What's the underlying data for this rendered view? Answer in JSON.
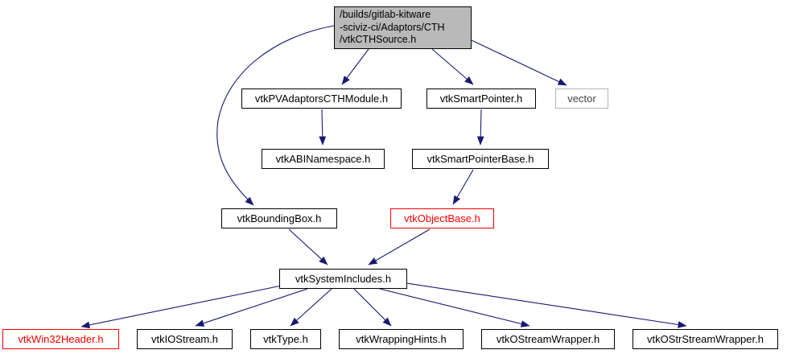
{
  "graph": {
    "type": "include-dependency-graph",
    "colors": {
      "arrow": "#191970",
      "root_fill": "#b9b9b9",
      "node_border": "#000000",
      "truncated_node": "#ff0000",
      "external_node_border": "#b4b4b4",
      "background": "#ffffff"
    },
    "nodes": {
      "root": {
        "label": "/builds/gitlab-kitware\n-sciviz-ci/Adaptors/CTH\n/vtkCTHSource.h"
      },
      "module": {
        "label": "vtkPVAdaptorsCTHModule.h"
      },
      "smartPointer": {
        "label": "vtkSmartPointer.h"
      },
      "vector": {
        "label": "vector"
      },
      "abiNamespace": {
        "label": "vtkABINamespace.h"
      },
      "smartPointerBase": {
        "label": "vtkSmartPointerBase.h"
      },
      "boundingBox": {
        "label": "vtkBoundingBox.h"
      },
      "objectBase": {
        "label": "vtkObjectBase.h"
      },
      "systemIncludes": {
        "label": "vtkSystemIncludes.h"
      },
      "win32Header": {
        "label": "vtkWin32Header.h"
      },
      "ioStream": {
        "label": "vtkIOStream.h"
      },
      "vtkType": {
        "label": "vtkType.h"
      },
      "wrappingHints": {
        "label": "vtkWrappingHints.h"
      },
      "oStreamWrapper": {
        "label": "vtkOStreamWrapper.h"
      },
      "oStrStreamWrapper": {
        "label": "vtkOStrStreamWrapper.h"
      }
    },
    "edges": [
      {
        "from": "/builds/gitlab-kitware-sciviz-ci/Adaptors/CTH/vtkCTHSource.h",
        "to": "vtkPVAdaptorsCTHModule.h"
      },
      {
        "from": "/builds/gitlab-kitware-sciviz-ci/Adaptors/CTH/vtkCTHSource.h",
        "to": "vtkSmartPointer.h"
      },
      {
        "from": "/builds/gitlab-kitware-sciviz-ci/Adaptors/CTH/vtkCTHSource.h",
        "to": "vector"
      },
      {
        "from": "/builds/gitlab-kitware-sciviz-ci/Adaptors/CTH/vtkCTHSource.h",
        "to": "vtkBoundingBox.h"
      },
      {
        "from": "vtkPVAdaptorsCTHModule.h",
        "to": "vtkABINamespace.h"
      },
      {
        "from": "vtkSmartPointer.h",
        "to": "vtkSmartPointerBase.h"
      },
      {
        "from": "vtkSmartPointerBase.h",
        "to": "vtkObjectBase.h"
      },
      {
        "from": "vtkBoundingBox.h",
        "to": "vtkSystemIncludes.h"
      },
      {
        "from": "vtkObjectBase.h",
        "to": "vtkSystemIncludes.h"
      },
      {
        "from": "vtkSystemIncludes.h",
        "to": "vtkWin32Header.h"
      },
      {
        "from": "vtkSystemIncludes.h",
        "to": "vtkIOStream.h"
      },
      {
        "from": "vtkSystemIncludes.h",
        "to": "vtkType.h"
      },
      {
        "from": "vtkSystemIncludes.h",
        "to": "vtkWrappingHints.h"
      },
      {
        "from": "vtkSystemIncludes.h",
        "to": "vtkOStreamWrapper.h"
      },
      {
        "from": "vtkSystemIncludes.h",
        "to": "vtkOStrStreamWrapper.h"
      }
    ]
  }
}
